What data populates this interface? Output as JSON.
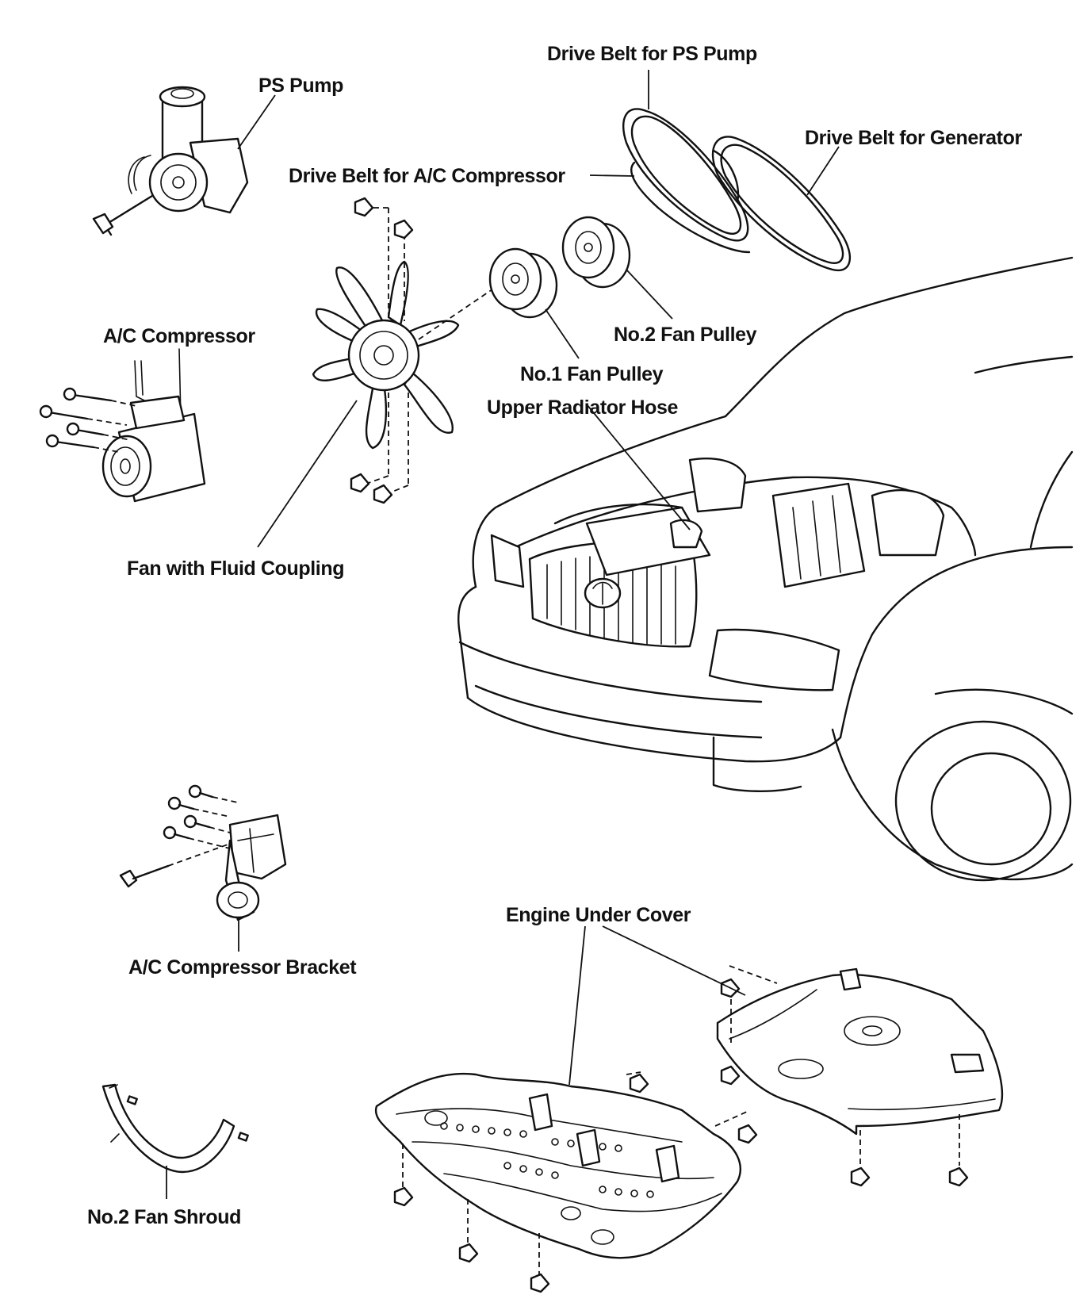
{
  "labels": {
    "drive_belt_ps_pump": "Drive Belt for PS Pump",
    "ps_pump": "PS Pump",
    "drive_belt_generator": "Drive Belt for Generator",
    "drive_belt_ac_compressor": "Drive Belt for A/C Compressor",
    "no2_fan_pulley": "No.2 Fan Pulley",
    "ac_compressor": "A/C Compressor",
    "no1_fan_pulley": "No.1 Fan Pulley",
    "upper_radiator_hose": "Upper Radiator Hose",
    "fan_with_fluid_coupling": "Fan with Fluid Coupling",
    "engine_under_cover": "Engine Under Cover",
    "ac_compressor_bracket": "A/C Compressor Bracket",
    "no2_fan_shroud": "No.2 Fan Shroud"
  },
  "colors": {
    "ink": "#111111",
    "paper": "#ffffff"
  }
}
